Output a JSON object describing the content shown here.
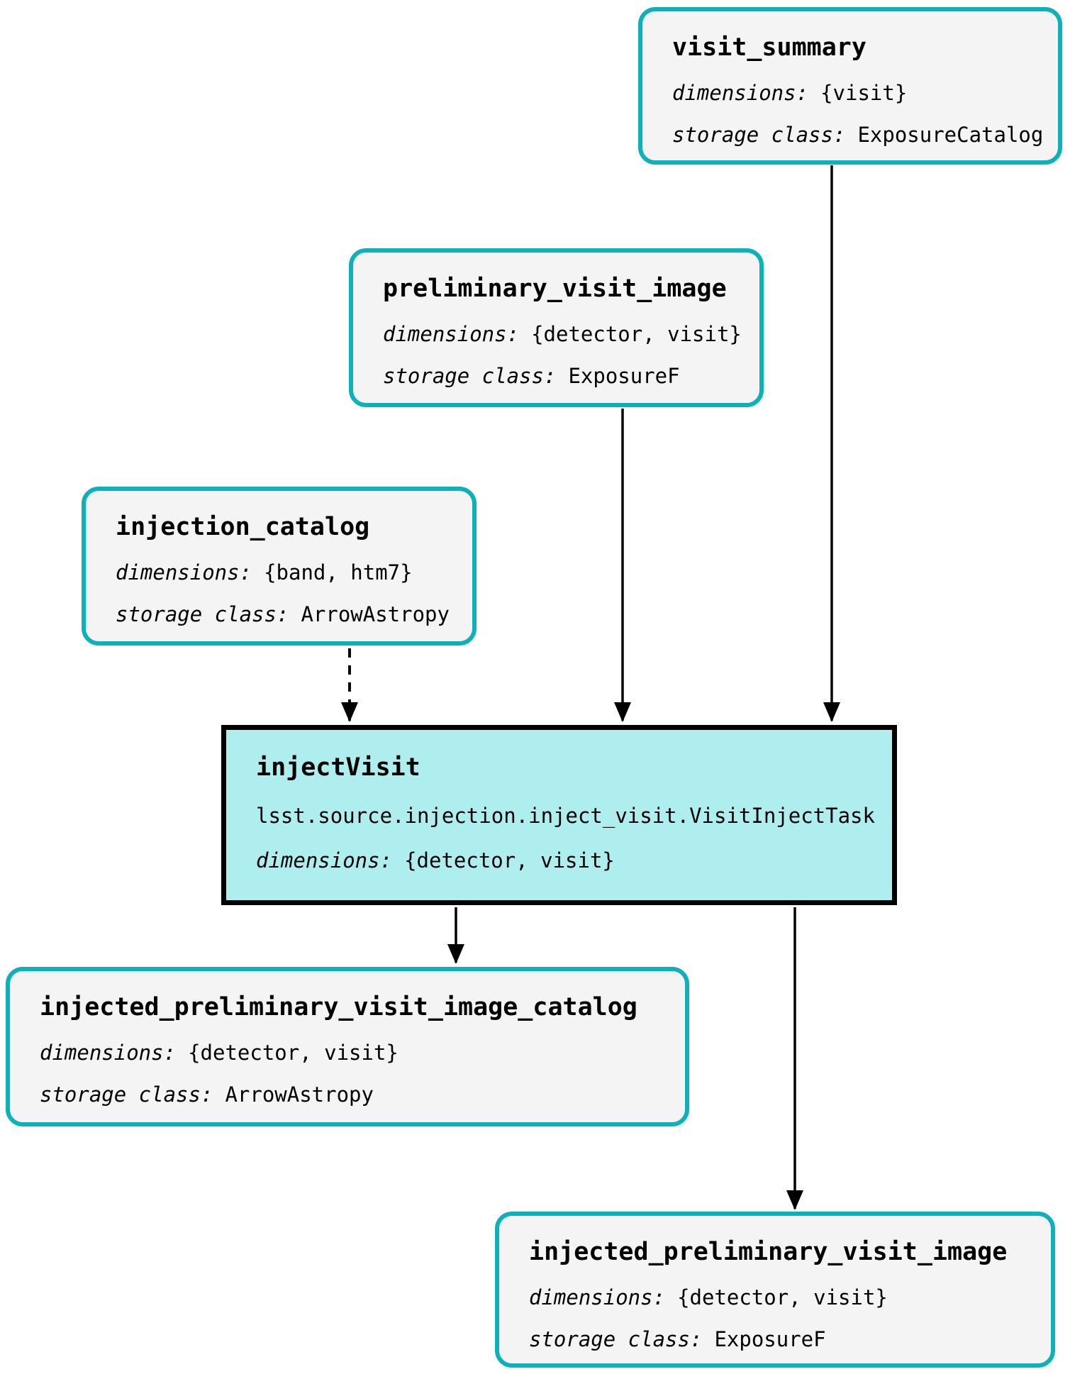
{
  "diagram": {
    "type": "pipeline-task-graph",
    "colors": {
      "dataset_border": "#0db1b9",
      "dataset_fill": "#f4f4f4",
      "task_border": "#000000",
      "task_fill": "#afeeee",
      "edge": "#000000",
      "background": "#ffffff"
    },
    "labels": {
      "dimensions": "dimensions:",
      "storage_class": "storage class:"
    },
    "nodes": {
      "visit_summary": {
        "kind": "dataset",
        "title": "visit_summary",
        "dimensions": "{visit}",
        "storage_class": "ExposureCatalog"
      },
      "preliminary_visit_image": {
        "kind": "dataset",
        "title": "preliminary_visit_image",
        "dimensions": "{detector, visit}",
        "storage_class": "ExposureF"
      },
      "injection_catalog": {
        "kind": "dataset",
        "title": "injection_catalog",
        "dimensions": "{band, htm7}",
        "storage_class": "ArrowAstropy"
      },
      "injectVisit": {
        "kind": "task",
        "title": "injectVisit",
        "task_class": "lsst.source.injection.inject_visit.VisitInjectTask",
        "dimensions": "{detector, visit}"
      },
      "injected_preliminary_visit_image_catalog": {
        "kind": "dataset",
        "title": "injected_preliminary_visit_image_catalog",
        "dimensions": "{detector, visit}",
        "storage_class": "ArrowAstropy"
      },
      "injected_preliminary_visit_image": {
        "kind": "dataset",
        "title": "injected_preliminary_visit_image",
        "dimensions": "{detector, visit}",
        "storage_class": "ExposureF"
      }
    },
    "edges": [
      {
        "from": "visit_summary",
        "to": "injectVisit",
        "style": "solid"
      },
      {
        "from": "preliminary_visit_image",
        "to": "injectVisit",
        "style": "solid"
      },
      {
        "from": "injection_catalog",
        "to": "injectVisit",
        "style": "dashed"
      },
      {
        "from": "injectVisit",
        "to": "injected_preliminary_visit_image_catalog",
        "style": "solid"
      },
      {
        "from": "injectVisit",
        "to": "injected_preliminary_visit_image",
        "style": "solid"
      }
    ]
  }
}
